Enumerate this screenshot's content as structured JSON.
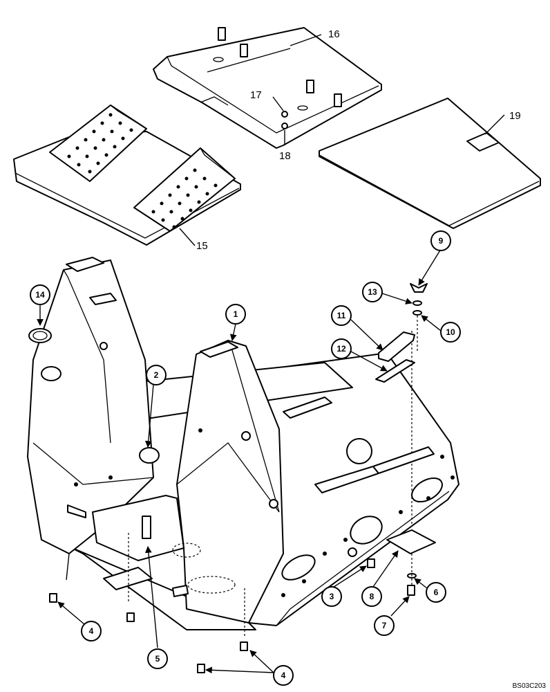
{
  "callouts": {
    "c1": "1",
    "c2": "2",
    "c3": "3",
    "c4a": "4",
    "c4b": "4",
    "c5": "5",
    "c6": "6",
    "c7": "7",
    "c8": "8",
    "c9": "9",
    "c10": "10",
    "c11": "11",
    "c12": "12",
    "c13": "13",
    "c14": "14"
  },
  "plain_labels": {
    "l15": "15",
    "l16": "16",
    "l17": "17",
    "l18": "18",
    "l19": "19"
  },
  "figure_code": "BS03C203"
}
